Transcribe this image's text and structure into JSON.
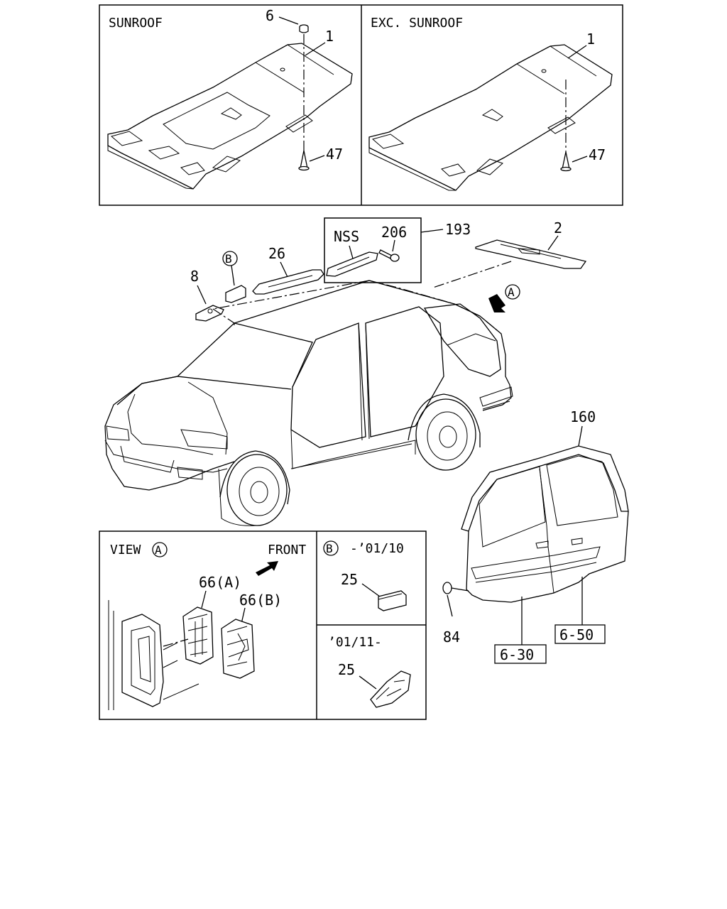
{
  "panels": {
    "sunroof": "SUNROOF",
    "exc_sunroof": "EXC. SUNROOF",
    "view_a": "VIEW",
    "view_a_mark": "A",
    "front": "FRONT",
    "b_mark": "B",
    "b_range_1": "-’01/10",
    "b_range_2": "’01/11-"
  },
  "callouts": {
    "p6": "6",
    "p1_left": "1",
    "p47_left": "47",
    "p1_right": "1",
    "p47_right": "47",
    "nss": "NSS",
    "p206": "206",
    "p193": "193",
    "p2": "2",
    "p26": "26",
    "p8": "8",
    "mark_b": "B",
    "mark_a": "A",
    "p160": "160",
    "p84": "84",
    "ref_6_30": "6-30",
    "ref_6_50": "6-50",
    "p66a": "66(A)",
    "p66b": "66(B)",
    "p25_upper": "25",
    "p25_lower": "25"
  }
}
